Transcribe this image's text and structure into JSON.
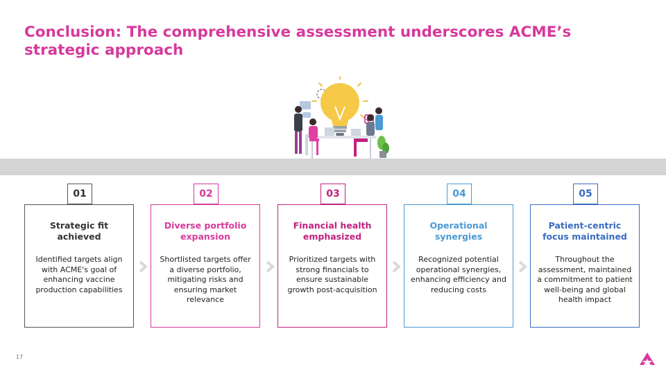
{
  "title": "Conclusion: The comprehensive assessment underscores ACME’s strategic approach",
  "page_number": "17",
  "colors": {
    "accent": "#d6399c",
    "step1": "#555555",
    "step2": "#d6399c",
    "step3": "#c0217f",
    "step4": "#4a9ad3",
    "step5": "#3a6cc0",
    "band": "#d4d4d4",
    "chevron": "#d9d9d9"
  },
  "steps": [
    {
      "number": "01",
      "title": "Strategic fit achieved",
      "description": "Identified targets align with ACME's goal of enhancing vaccine production capabilities"
    },
    {
      "number": "02",
      "title": "Diverse portfolio expansion",
      "description": "Shortlisted targets offer a diverse portfolio, mitigating risks and ensuring market relevance"
    },
    {
      "number": "03",
      "title": "Financial health emphasized",
      "description": "Prioritized targets with strong financials to ensure sustainable growth post-acquisition"
    },
    {
      "number": "04",
      "title": "Operational synergies",
      "description": "Recognized potential operational synergies, enhancing efficiency and reducing costs"
    },
    {
      "number": "05",
      "title": "Patient-centric focus maintained",
      "description": "Throughout the assessment, maintained a commitment to patient well-being and global health impact"
    }
  ],
  "icons": {
    "illustration": "team-lightbulb-illustration",
    "chevron": "chevron-right-icon",
    "logo": "acme-logo-icon"
  }
}
